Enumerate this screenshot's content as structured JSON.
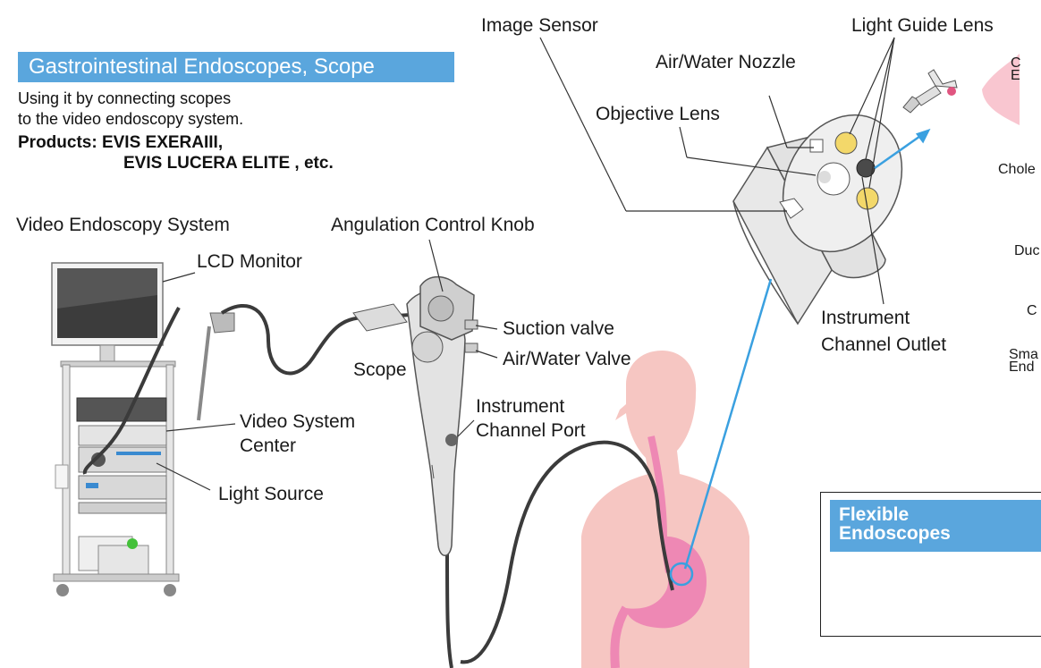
{
  "header": {
    "banner": "Gastrointestinal Endoscopes, Scope",
    "intro_line1": "Using it by connecting scopes",
    "intro_line2": "to the video endoscopy system.",
    "products_line1": "Products: EVIS EXERAIII,",
    "products_line2": "EVIS LUCERA ELITE , etc."
  },
  "labels": {
    "video_system": "Video Endoscopy System",
    "lcd_monitor": "LCD Monitor",
    "video_center_1": "Video System",
    "video_center_2": "Center",
    "light_source": "Light Source",
    "angulation": "Angulation Control Knob",
    "suction": "Suction valve",
    "air_water_valve": "Air/Water Valve",
    "scope": "Scope",
    "instrument_port_1": "Instrument",
    "instrument_port_2": "Channel Port",
    "image_sensor": "Image Sensor",
    "light_guide": "Light Guide Lens",
    "air_water_nozzle": "Air/Water Nozzle",
    "objective_lens": "Objective Lens",
    "channel_outlet_1": "Instrument",
    "channel_outlet_2": "Channel Outlet"
  },
  "flexible": {
    "line1": "Flexible",
    "line2": "Endoscopes"
  },
  "right_edge": {
    "t1": "C",
    "t2": "E",
    "t3": "Chole",
    "t4": "Duc",
    "t5": "C",
    "t6": "Sma",
    "t7": "End"
  },
  "colors": {
    "accent_blue": "#5aa6dd",
    "pointer_blue": "#3aa0e0",
    "body_pink": "#f6c6c2",
    "organ_pink": "#ee88b4",
    "lens_yellow": "#f3d86a"
  }
}
